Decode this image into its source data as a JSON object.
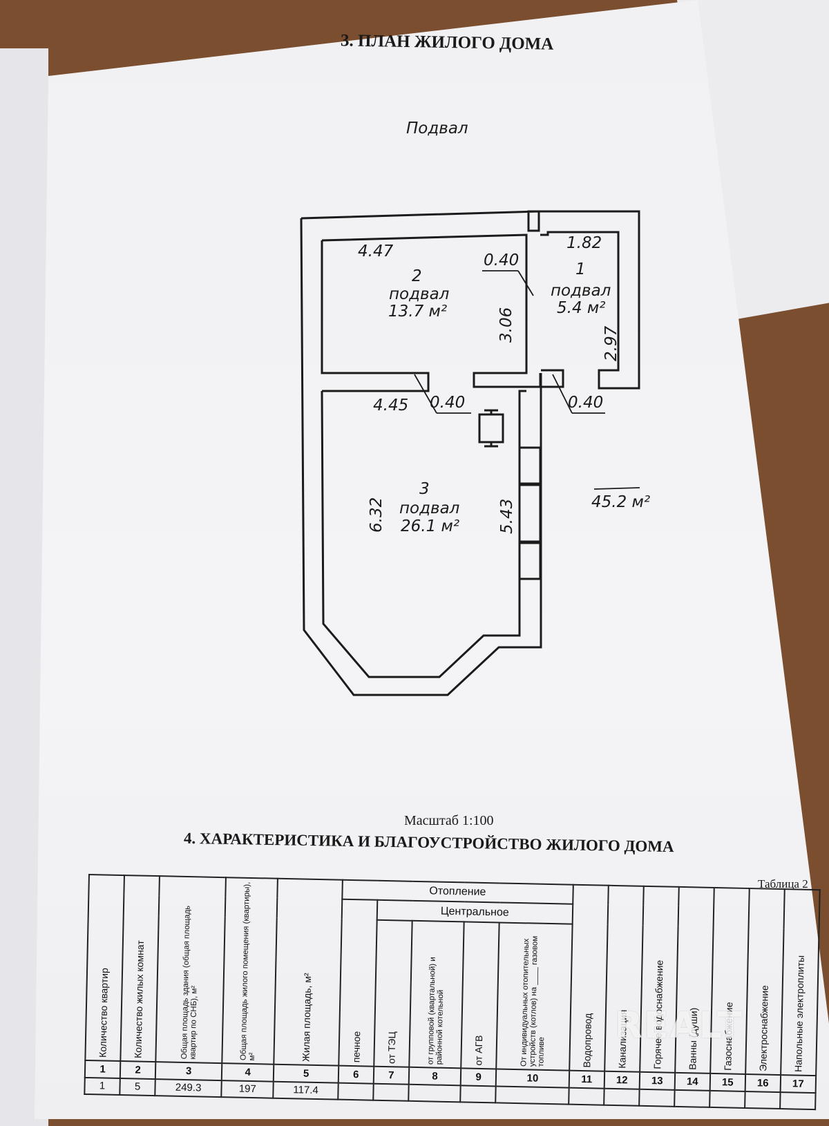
{
  "plan": {
    "title": "3. ПЛАН ЖИЛОГО ДОМА",
    "floor_label": "Подвал",
    "total_area": "45.2 м²",
    "scale": "Масштаб  1:100",
    "rooms": [
      {
        "number": "1",
        "name": "подвал",
        "area": "5.4 м²"
      },
      {
        "number": "2",
        "name": "подвал",
        "area": "13.7 м²"
      },
      {
        "number": "3",
        "name": "подвал",
        "area": "26.1 м²"
      }
    ],
    "dimensions": {
      "room2_width": "4.47",
      "room1_width": "1.82",
      "wall_top": "0.40",
      "room2_depth": "3.06",
      "room1_depth": "2.97",
      "room3_width": "4.45",
      "wall_left": "0.40",
      "wall_right": "0.40",
      "room3_left": "6.32",
      "room3_right": "5.43"
    }
  },
  "section4": {
    "title": "4. ХАРАКТЕРИСТИКА И БЛАГОУСТРОЙСТВО ЖИЛОГО ДОМА",
    "table_label": "Таблица 2",
    "group_heating": "Отопление",
    "group_central": "Центральное",
    "columns": [
      "Количество квартир",
      "Количество жилых комнат",
      "Общая площадь здания (общая площадь квартир по СНБ), м²",
      "Общая площадь жилого помещения (квартиры), м²",
      "Жилая площадь, м²",
      "печное",
      "от ТЭЦ",
      "от групповой (квартальной) и районной котельной",
      "от АГВ",
      "От индивидуальных отопительных устройств (котлов) на ____ газовом топливе",
      "Водопровод",
      "Канализация",
      "Горячее водоснабжение",
      "Ванны (души)",
      "Газоснабжение",
      "Электроснабжение",
      "Напольные электроплиты"
    ],
    "numbers": [
      "1",
      "2",
      "3",
      "4",
      "5",
      "6",
      "7",
      "8",
      "9",
      "10",
      "11",
      "12",
      "13",
      "14",
      "15",
      "16",
      "17"
    ],
    "values": [
      "1",
      "5",
      "249.3",
      "197",
      "117.4",
      "",
      "",
      "",
      "",
      "",
      "",
      "",
      "",
      "",
      "",
      "",
      ""
    ]
  },
  "watermark": "REALT"
}
